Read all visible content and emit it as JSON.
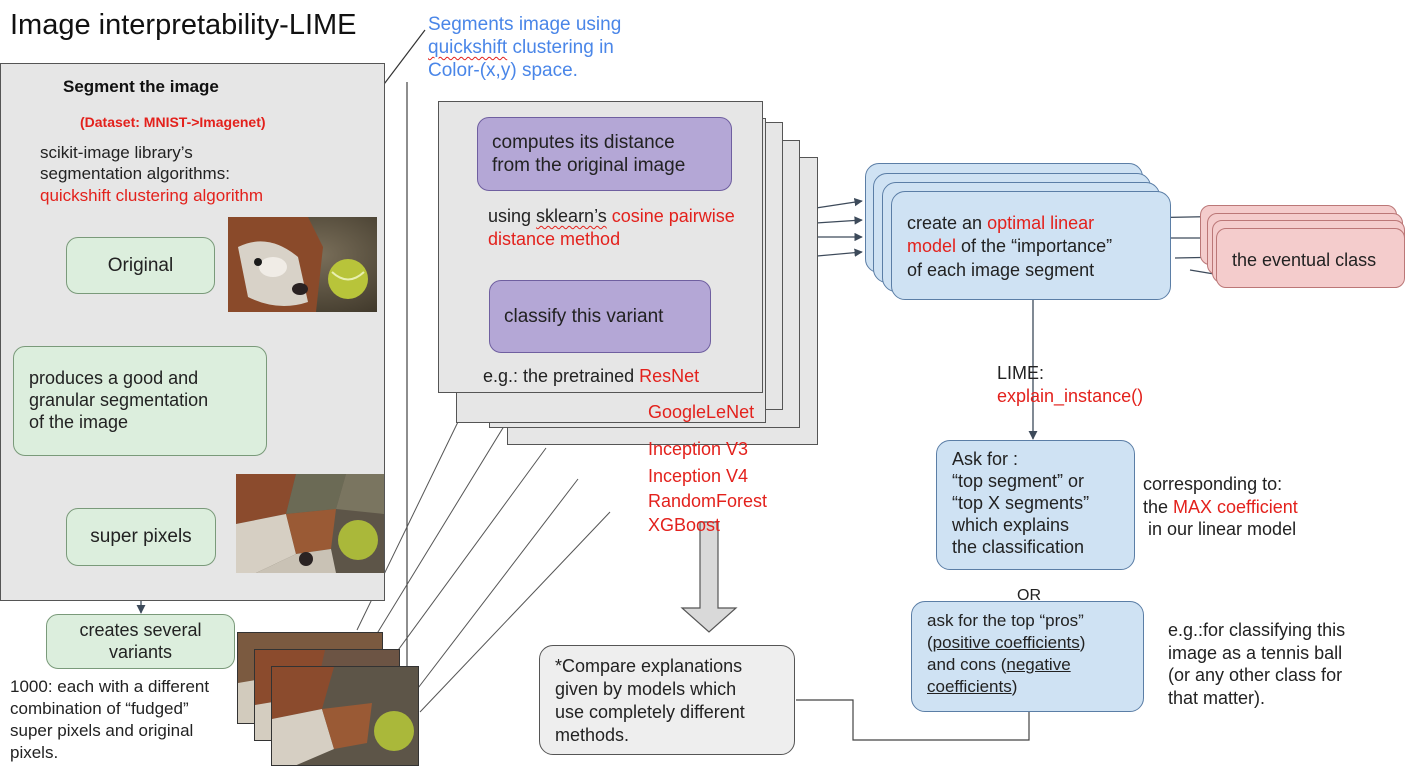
{
  "title": "Image interpretability-LIME",
  "note_top": {
    "line1": "Segments image using",
    "line2_a": "quickshift",
    "line2_b": " clustering in",
    "line3": "Color-(x,y) space."
  },
  "segment_panel": {
    "heading": "Segment the image",
    "dataset": "(Dataset: MNIST->Imagenet)",
    "lib_line1": "scikit-image library’s",
    "lib_line2": "segmentation algorithms:",
    "algo": "quickshift clustering algorithm"
  },
  "flow": {
    "original": "Original",
    "segmentation_l1": "produces a good and",
    "segmentation_l2": "granular segmentation",
    "segmentation_l3": "of the image",
    "superpixels": "super pixels",
    "variants_l1": "creates several",
    "variants_l2": "variants"
  },
  "variants_note": {
    "l1": "1000: each with a different",
    "l2": "combination of “fudged”",
    "l3": "super pixels and original",
    "l4": "pixels."
  },
  "model_panel": {
    "distance_l1": "computes its distance",
    "distance_l2": "from the original image",
    "using_a": "using ",
    "using_sklearn": "sklearn’s",
    "using_b": " cosine pairwise",
    "using_c": "distance method",
    "classify": "classify this variant",
    "eg": "e.g.: the pretrained ",
    "resnet": "ResNet"
  },
  "models": [
    "GoogleLeNet",
    "Inception V3",
    "Inception V4",
    "RandomForest",
    "XGBoost"
  ],
  "linear_model": {
    "l1_a": "create an ",
    "l1_b": "optimal linear",
    "l2_a": "model",
    "l2_b": " of the “importance”",
    "l3": "of each image segment"
  },
  "eventual_class": "the eventual class",
  "lime": {
    "label": "LIME:",
    "method": "explain_instance()"
  },
  "ask_box": {
    "l1": "Ask for :",
    "l2": "“top segment” or",
    "l3": "“top X segments”",
    "l4": "which explains",
    "l5": "the classification"
  },
  "corresponding": {
    "l1": "corresponding to:",
    "l2_a": "the ",
    "l2_b": "MAX coefficient",
    "l3": " in our linear model"
  },
  "or_label": "OR",
  "pros_box": {
    "l1": "ask for the top “pros”",
    "l2_a": "(",
    "l2_b": "positive coefficients",
    "l2_c": ")",
    "l3_a": "and cons (",
    "l3_b": "negative",
    "l4_a": "coefficients",
    "l4_b": ")"
  },
  "example_note": {
    "l1": "e.g.:for classifying this",
    "l2": "image as a tennis ball",
    "l3": "(or any other class for",
    "l4": "that matter)."
  },
  "compare_box": {
    "l1": "*Compare explanations",
    "l2": "given by models which",
    "l3": "use completely different",
    "l4": "methods."
  },
  "colors": {
    "accent_red": "#e3211c",
    "accent_blue": "#4a86e8",
    "green_box": "#dceedd",
    "purple_box": "#b4a7d6",
    "blue_box": "#cfe2f3",
    "red_box": "#f4cccc",
    "panel_gray": "#e6e6e6"
  }
}
